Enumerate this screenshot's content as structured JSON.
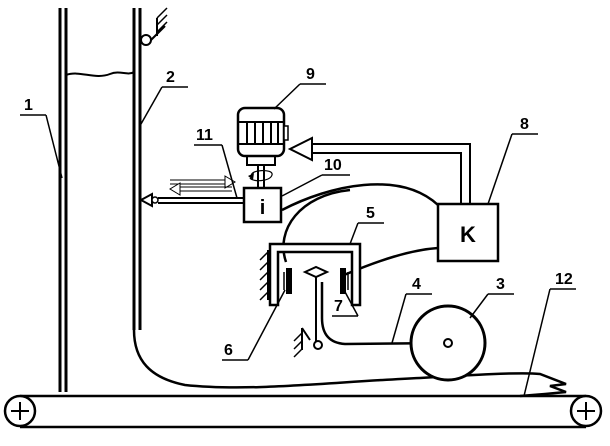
{
  "diagram": {
    "block_labels": {
      "converter": "i",
      "controller": "K"
    },
    "callouts": [
      {
        "id": "1",
        "text": "1"
      },
      {
        "id": "2",
        "text": "2"
      },
      {
        "id": "3",
        "text": "3"
      },
      {
        "id": "4",
        "text": "4"
      },
      {
        "id": "5",
        "text": "5"
      },
      {
        "id": "6",
        "text": "6"
      },
      {
        "id": "7",
        "text": "7"
      },
      {
        "id": "8",
        "text": "8"
      },
      {
        "id": "9",
        "text": "9"
      },
      {
        "id": "10",
        "text": "10"
      },
      {
        "id": "11",
        "text": "11"
      },
      {
        "id": "12",
        "text": "12"
      }
    ]
  }
}
